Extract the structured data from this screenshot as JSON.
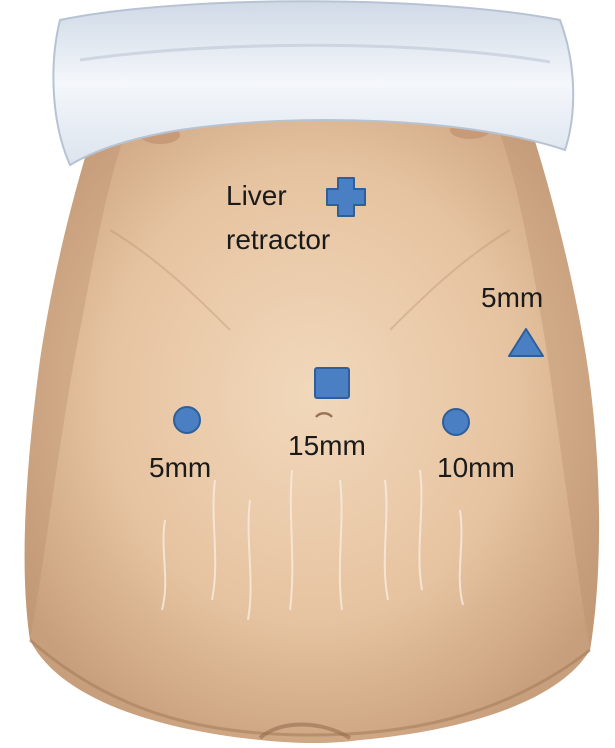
{
  "labels": {
    "liver_retractor_line1": "Liver",
    "liver_retractor_line2": "retractor",
    "left_lateral_port": "5mm",
    "umbilical_port": "15mm",
    "right_port": "10mm",
    "upper_right_port": "5mm"
  },
  "colors": {
    "marker_fill": "#4a7fc4",
    "marker_stroke": "#2f5f9a",
    "skin": "#e8c9a6",
    "cloth": "#e8edf4"
  },
  "markers": {
    "liver_retractor": "cross-icon",
    "umbilical": "square-icon",
    "left_lateral": "circle-icon",
    "right": "circle-icon",
    "upper_right": "triangle-icon"
  }
}
